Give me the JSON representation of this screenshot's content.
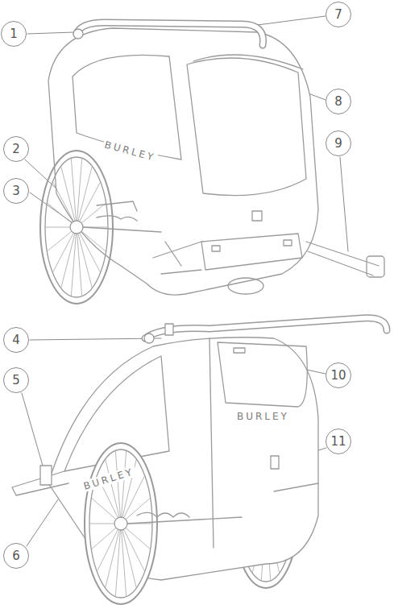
{
  "diagram": {
    "nodes": [
      {
        "text": [
          "1"
        ]
      },
      {
        "text": [
          "7"
        ]
      },
      {
        "text": [
          "8"
        ]
      },
      {
        "text": [
          "2"
        ]
      },
      {
        "text": [
          "9"
        ]
      },
      {
        "text": [
          "3"
        ]
      },
      {
        "text": [
          "4"
        ]
      },
      {
        "text": [
          "10"
        ]
      },
      {
        "text": [
          "5"
        ]
      },
      {
        "text": [
          "11"
        ]
      },
      {
        "text": [
          "6"
        ]
      }
    ],
    "labels": [
      "BURLEY",
      "BURLEY",
      "BURLEY"
    ]
  }
}
